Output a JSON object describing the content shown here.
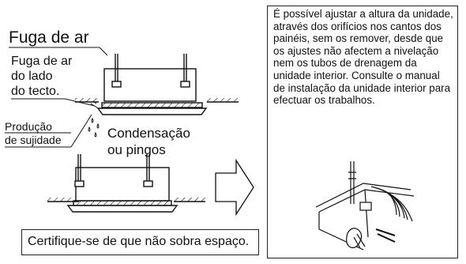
{
  "labels": {
    "title": "Fuga de ar",
    "leak_ceiling_lines": [
      "Fuga de ar",
      "do lado",
      "do tecto."
    ],
    "dirt_lines": [
      "Produção",
      "de sujidade"
    ],
    "condensation_lines": [
      "Condensação",
      "ou pingos"
    ],
    "notice": "Certifique-se de que não sobra espaço."
  },
  "note": "É possível ajustar a altura da unidade, através dos orifícios nos cantos dos painéis, sem os remover, desde que os ajustes não afectem a nivelação nem os tubos de drenagem da unidade interior. Consulte o manual de instalação da unidade interior para efectuar os trabalhos.",
  "icons": {
    "arrow": "right-arrow-icon",
    "adjust": "height-adjustment-illustration"
  }
}
